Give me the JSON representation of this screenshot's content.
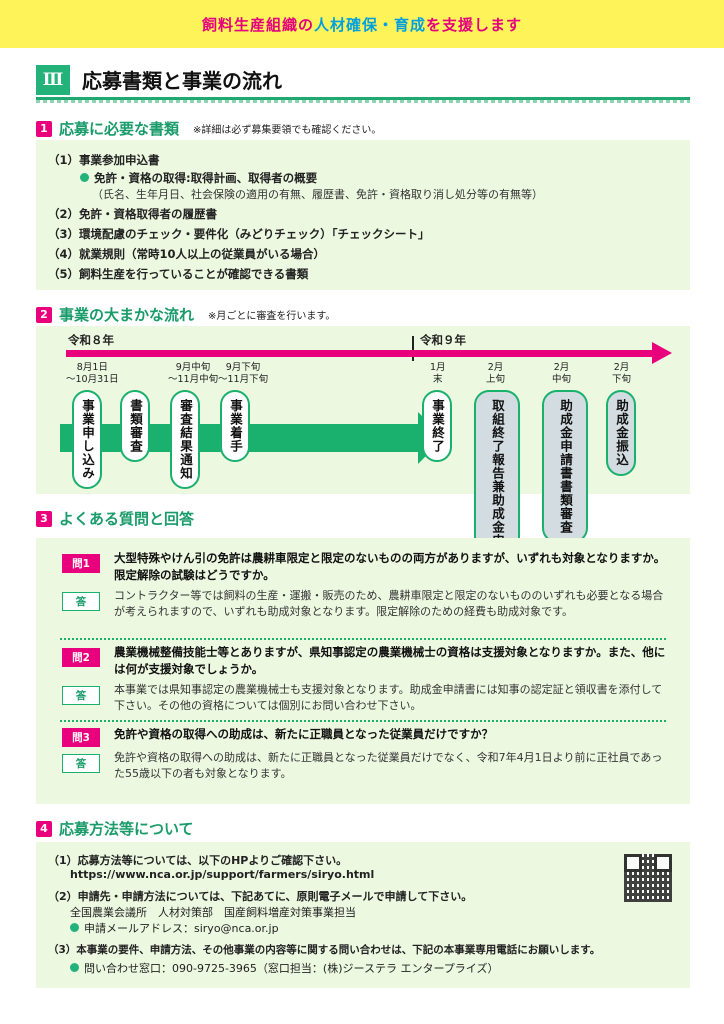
{
  "banner": {
    "part1": "飼料生産組織の",
    "part2": "人材確保・育成",
    "part3": "を支援します"
  },
  "section": {
    "badge": "Ⅲ",
    "title": "応募書類と事業の流れ"
  },
  "required_docs": {
    "num": "1",
    "title": "応募に必要な書類",
    "note": "※詳細は必ず募集要領でも確認ください。",
    "items": [
      "（1）事業参加申込書",
      "免許・資格の取得:取得計画、取得者の概要",
      "（氏名、生年月日、社会保険の適用の有無、履歴書、免許・資格取り消し処分等の有無等）",
      "（2）免許・資格取得者の履歴書",
      "（3）環境配慮のチェック・要件化（みどりチェック）「チェックシート」",
      "（4）就業規則（常時10人以上の従業員がいる場合）",
      "（5）飼料生産を行っていることが確認できる書類"
    ]
  },
  "flow": {
    "num": "2",
    "title": "事業の大まかな流れ",
    "note": "※月ごとに審査を行います。",
    "year1": "令和８年",
    "year2": "令和９年",
    "dates": [
      "8月1日\n～10月31日",
      "9月中旬\n～11月中旬",
      "9月下旬\n～11月下旬",
      "1月\n末",
      "2月\n上旬",
      "2月\n中旬",
      "2月\n下旬"
    ],
    "steps": [
      "事業申し込み",
      "書類審査",
      "審査結果通知",
      "事業着手",
      "事業終了",
      "取組終了報告兼助成金申請書",
      "助成金申請書書類審査",
      "助成金振込"
    ]
  },
  "faq": {
    "num": "3",
    "title": "よくある質問と回答",
    "answer_label": "答",
    "items": [
      {
        "q_label": "問1",
        "q": "大型特殊やけん引の免許は農耕車限定と限定のないものの両方がありますが、いずれも対象となりますか。限定解除の試験はどうですか。",
        "a": "コントラクター等では飼料の生産・運搬・販売のため、農耕車限定と限定のないもののいずれも必要となる場合が考えられますので、いずれも助成対象となります。限定解除のための経費も助成対象です。"
      },
      {
        "q_label": "問2",
        "q": "農業機械整備技能士等とありますが、県知事認定の農業機械士の資格は支援対象となりますか。また、他には何が支援対象でしょうか。",
        "a": "本事業では県知事認定の農業機械士も支援対象となります。助成金申請書には知事の認定証と領収書を添付して下さい。その他の資格については個別にお問い合わせ下さい。"
      },
      {
        "q_label": "問3",
        "q": "免許や資格の取得への助成は、新たに正職員となった従業員だけですか？",
        "a": "免許や資格の取得への助成は、新たに正職員となった従業員だけでなく、令和7年4月1日より前に正社員であった55歳以下の者も対象となります。"
      }
    ]
  },
  "apply": {
    "num": "4",
    "title": "応募方法等について",
    "lines": [
      "（1）応募方法等については、以下のHPよりご確認下さい。",
      "https://www.nca.or.jp/support/farmers/siryo.html",
      "（2）申請先・申請方法については、下記あてに、原則電子メールで申請して下さい。",
      "全国農業会議所　人材対策部　国産飼料増産対策事業担当",
      "申請メールアドレス：siryo@nca.or.jp",
      "（3）本事業の要件、申請方法、その他事業の内容等に関する問い合わせは、下記の本事業専用電話にお願いします。",
      "問い合わせ窓口：090-9725-3965（窓口担当：(株)ジーステラ エンタープライズ）"
    ]
  },
  "colors": {
    "accent_green": "#1ab06e",
    "accent_pink": "#e8007c",
    "banner_yellow": "#fff35a"
  }
}
